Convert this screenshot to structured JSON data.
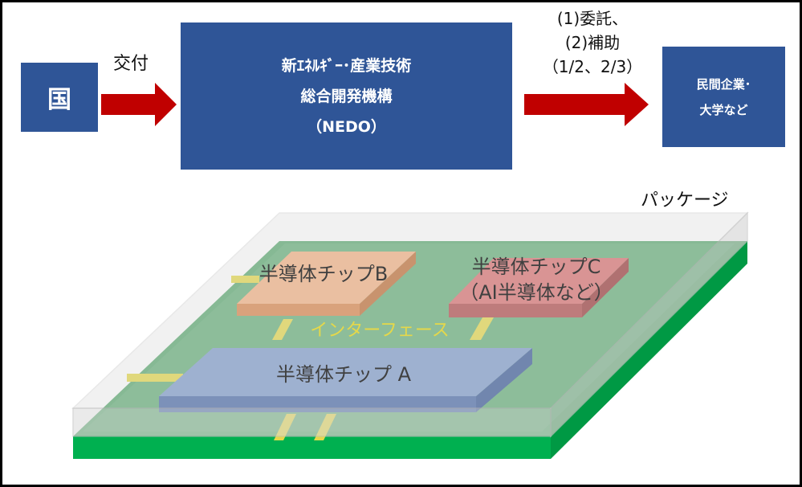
{
  "flow": {
    "gov_label": "国",
    "grant_label": "交付",
    "nedo_lines": [
      "新ｴﾈﾙｷﾞｰ･産業技術",
      "総合開発機構",
      "（NEDO）"
    ],
    "funding_lines": [
      "(1)委託、",
      "(2)補助",
      "（1/2、2/3）"
    ],
    "recipient_lines": [
      "民間企業･",
      "大学など"
    ]
  },
  "package": {
    "package_label": "パッケージ",
    "chip_b_label": "半導体チップB",
    "chip_c_lines": [
      "半導体チップC",
      "（AI半導体など）"
    ],
    "interface_label": "インターフェース",
    "chip_a_label": "半導体チップ A"
  },
  "colors": {
    "box": "#2f5597",
    "arrow": "#c00000",
    "board": "#00b050",
    "chip_a": "#8faadc",
    "chip_b": "#f4b183",
    "chip_c": "#e06666",
    "interface": "#e5d84a"
  }
}
